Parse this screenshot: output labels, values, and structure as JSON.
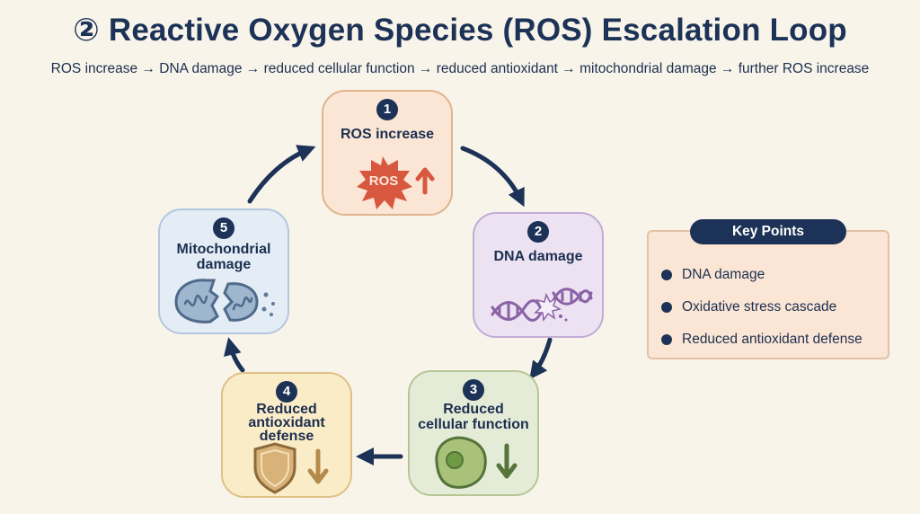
{
  "title": "② Reactive Oxygen Species (ROS) Escalation Loop",
  "subtitle": "ROS increase → DNA damage → reduced cellular function → reduced antioxidant → mitochondrial damage → further ROS increase",
  "colors": {
    "navy": "#1c3256",
    "ros_red": "#d7583f",
    "dna_purple": "#8a62a6",
    "cell_green": "#6f9a45",
    "shield_gold": "#b48a4c",
    "mito_blue": "#5d7b9d"
  },
  "cycle": [
    {
      "number": "1",
      "label_lines": [
        "ROS increase"
      ],
      "icon": "ros-burst-up-arrow-icon",
      "icon_text": "ROS"
    },
    {
      "number": "2",
      "label_lines": [
        "DNA damage"
      ],
      "icon": "broken-dna-icon"
    },
    {
      "number": "3",
      "label_lines": [
        "Reduced",
        "cellular function"
      ],
      "icon": "cell-down-arrow-icon"
    },
    {
      "number": "4",
      "label_lines": [
        "Reduced",
        "antioxidant",
        "defense"
      ],
      "icon": "shield-down-arrow-icon"
    },
    {
      "number": "5",
      "label_lines": [
        "Mitochondrial",
        "damage"
      ],
      "icon": "broken-mitochondrion-icon"
    }
  ],
  "key_points": {
    "title": "Key Points",
    "items": [
      "DNA damage",
      "Oxidative stress cascade",
      "Reduced antioxidant defense"
    ]
  }
}
